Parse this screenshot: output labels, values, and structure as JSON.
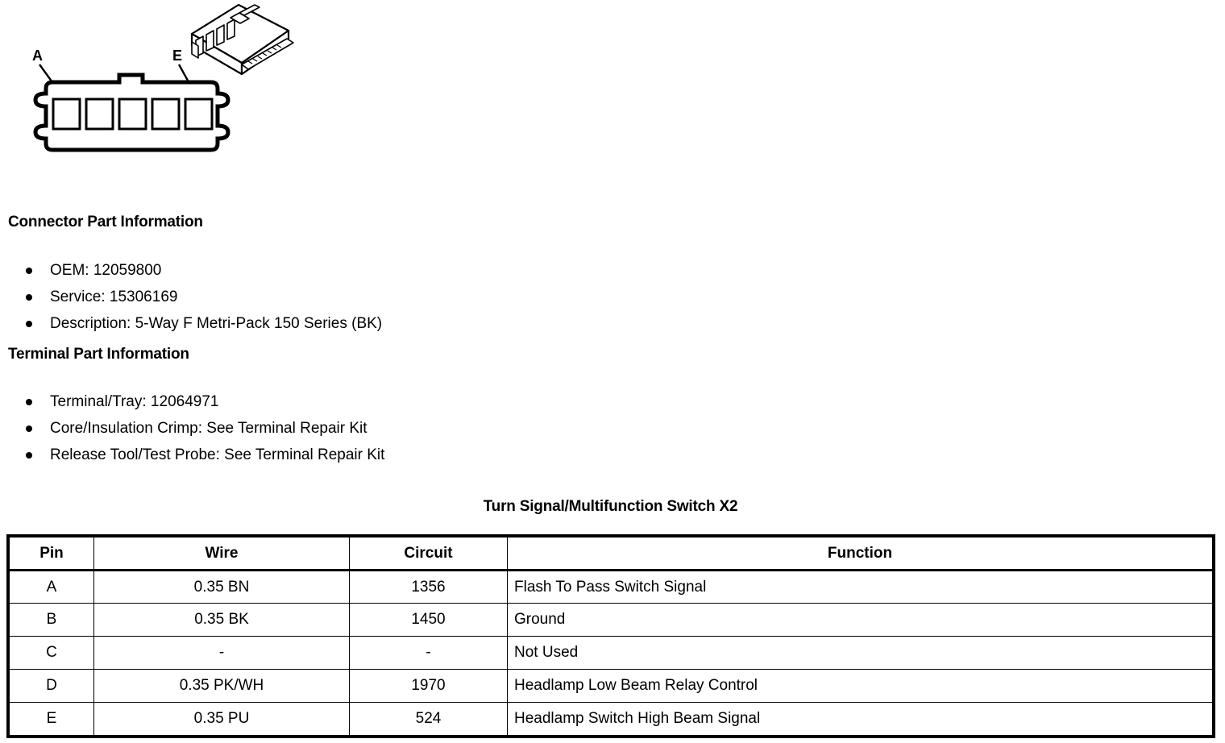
{
  "illustration": {
    "pin_labels": [
      {
        "text": "A",
        "pin": "A"
      },
      {
        "text": "E",
        "pin": "E"
      }
    ],
    "cavity_count": 5
  },
  "connector_part": {
    "heading": "Connector Part Information",
    "items": [
      {
        "label": "OEM: 12059800"
      },
      {
        "label": "Service: 15306169"
      },
      {
        "label": "Description: 5-Way F Metri-Pack 150 Series (BK)"
      }
    ]
  },
  "terminal_part": {
    "heading": "Terminal Part Information",
    "items": [
      {
        "label": "Terminal/Tray: 12064971"
      },
      {
        "label": "Core/Insulation Crimp: See Terminal Repair Kit"
      },
      {
        "label": "Release Tool/Test Probe: See Terminal Repair Kit"
      }
    ]
  },
  "pinout": {
    "title": "Turn Signal/Multifunction Switch X2",
    "columns": [
      "Pin",
      "Wire",
      "Circuit",
      "Function"
    ],
    "rows": [
      {
        "pin": "A",
        "wire": "0.35 BN",
        "circuit": "1356",
        "function": "Flash To Pass Switch Signal"
      },
      {
        "pin": "B",
        "wire": "0.35 BK",
        "circuit": "1450",
        "function": "Ground"
      },
      {
        "pin": "C",
        "wire": "-",
        "circuit": "-",
        "function": "Not Used"
      },
      {
        "pin": "D",
        "wire": "0.35 PK/WH",
        "circuit": "1970",
        "function": "Headlamp Low Beam Relay Control"
      },
      {
        "pin": "E",
        "wire": "0.35 PU",
        "circuit": "524",
        "function": "Headlamp Switch High Beam Signal"
      }
    ]
  }
}
